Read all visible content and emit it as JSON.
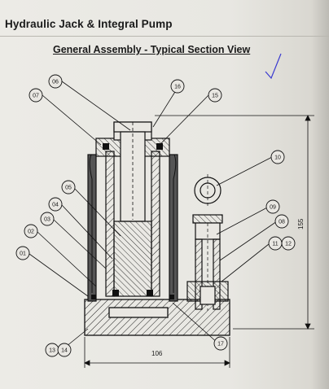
{
  "header": {
    "title": "Hydraulic Jack & Integral Pump",
    "subtitle": "General Assembly - Typical Section View"
  },
  "callouts": {
    "c01": "01",
    "c02": "02",
    "c03": "03",
    "c04": "04",
    "c05": "05",
    "c06": "06",
    "c07": "07",
    "c08": "08",
    "c09": "09",
    "c10": "10",
    "c11": "11",
    "c12": "12",
    "c13": "13",
    "c14": "14",
    "c15": "15",
    "c16": "16",
    "c17": "17"
  },
  "dimensions": {
    "width": "106",
    "height": "155"
  }
}
